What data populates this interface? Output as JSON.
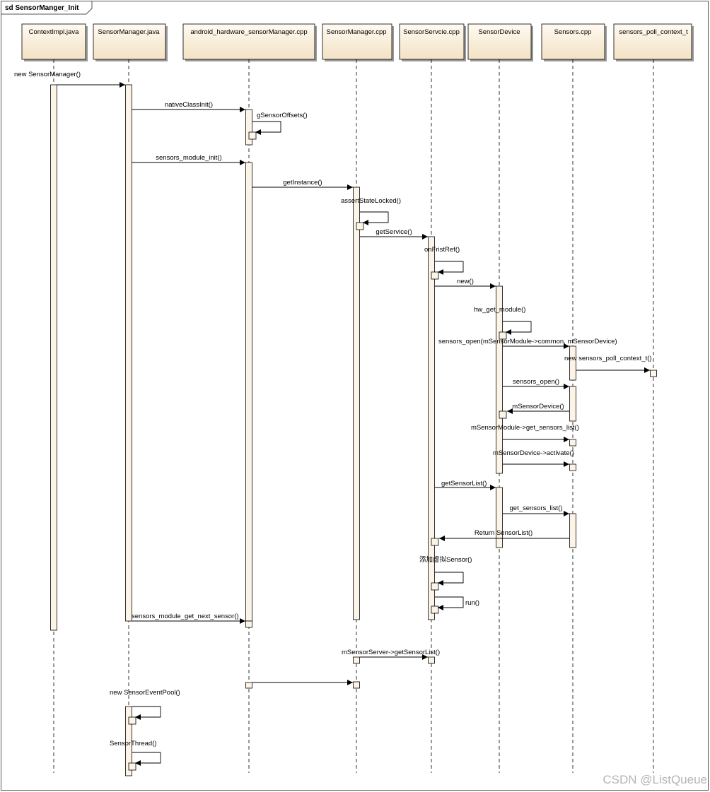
{
  "frame": {
    "title": "sd SensorManger_Init"
  },
  "watermark": "CSDN @ListQueue",
  "lifelines": [
    {
      "id": "ctx",
      "name": "ContextImpl.java"
    },
    {
      "id": "smj",
      "name": "SensorManager.java"
    },
    {
      "id": "ahs",
      "name": "android_hardware_sensorManager.cpp"
    },
    {
      "id": "smc",
      "name": "SensorManager.cpp"
    },
    {
      "id": "sse",
      "name": "SensorServcie.cpp"
    },
    {
      "id": "sdv",
      "name": "SensorDevice"
    },
    {
      "id": "scp",
      "name": "Sensors.cpp"
    },
    {
      "id": "spc",
      "name": "sensors_poll_context_t"
    }
  ],
  "messages": [
    {
      "label": "new SensorManager()",
      "from": "ctx",
      "to": "smj"
    },
    {
      "label": "nativeClassInit()",
      "from": "smj",
      "to": "ahs"
    },
    {
      "label": "gSensorOffsets()",
      "from": "ahs",
      "to": "ahs",
      "self": true
    },
    {
      "label": "sensors_module_init()",
      "from": "smj",
      "to": "ahs"
    },
    {
      "label": "getInstance()",
      "from": "ahs",
      "to": "smc"
    },
    {
      "label": "assertStateLocked()",
      "from": "smc",
      "to": "smc",
      "self": true
    },
    {
      "label": "getService()",
      "from": "smc",
      "to": "sse"
    },
    {
      "label": "onFristRef()",
      "from": "sse",
      "to": "sse",
      "self": true
    },
    {
      "label": "new()",
      "from": "sse",
      "to": "sdv"
    },
    {
      "label": "hw_get_module()",
      "from": "sdv",
      "to": "sdv",
      "self": true
    },
    {
      "label": "sensors_open(mSensorModule->common, mSensorDevice)",
      "from": "sdv",
      "to": "scp"
    },
    {
      "label": "new sensors_poll_context_t()",
      "from": "scp",
      "to": "spc"
    },
    {
      "label": "sensors_open()",
      "from": "sdv",
      "to": "scp"
    },
    {
      "label": "mSensorDevice()",
      "from": "scp",
      "to": "sdv",
      "return": true
    },
    {
      "label": "mSensorModule->get_sensors_list()",
      "from": "sdv",
      "to": "scp"
    },
    {
      "label": "mSensorDevice->activate()",
      "from": "sdv",
      "to": "scp"
    },
    {
      "label": "getSensorList()",
      "from": "sse",
      "to": "sdv"
    },
    {
      "label": "get_sensors_list()",
      "from": "sdv",
      "to": "scp"
    },
    {
      "label": "Return SensorList()",
      "from": "scp",
      "to": "sse",
      "return": true
    },
    {
      "label": "添加虚拟Sensor()",
      "from": "sse",
      "to": "sse",
      "self": true
    },
    {
      "label": "run()",
      "from": "sse",
      "to": "sse",
      "self": true
    },
    {
      "label": "sensors_module_get_next_sensor()",
      "from": "smj",
      "to": "ahs"
    },
    {
      "label": "mSensorServer->getSensorList()",
      "from": "smc",
      "to": "sse"
    },
    {
      "label": "",
      "from": "ahs",
      "to": "smc"
    },
    {
      "label": "new SensorEventPool()",
      "from": "smj",
      "to": "smj",
      "self": true
    },
    {
      "label": "SensorThread()",
      "from": "smj",
      "to": "smj",
      "self": true
    }
  ],
  "colors": {
    "lifeline_head": "#fbf0dc",
    "activation": "#fdf4e8",
    "stroke": "#000000"
  }
}
